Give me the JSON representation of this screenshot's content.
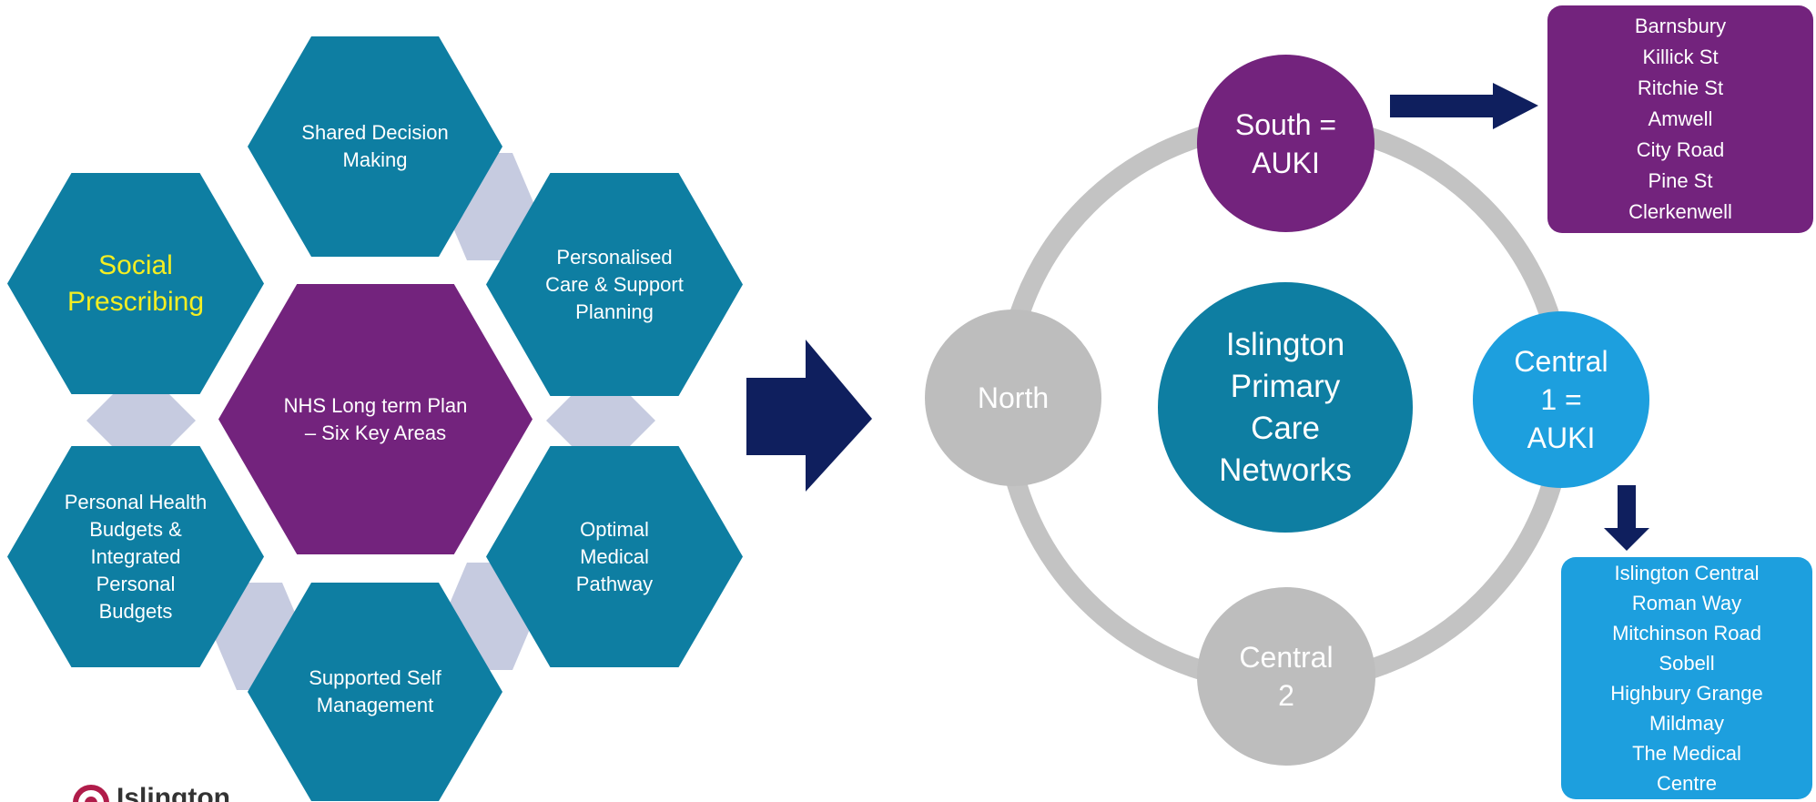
{
  "colors": {
    "hex_blue": "#0e7ea2",
    "hex_purple": "#73237d",
    "accent_yellow": "#f4ee22",
    "connector": "#c6cbe0",
    "arrow": "#0f1f5e",
    "ring": "#c3c3c3",
    "center_circle": "#0e7ea2",
    "south": "#73237d",
    "central1": "#1d9fde",
    "grey_circle": "#bdbdbd"
  },
  "left_diagram": {
    "center": "NHS Long term Plan\n– Six Key Areas",
    "areas": {
      "shared_decision": "Shared Decision\nMaking",
      "personalised_care": "Personalised\nCare & Support\nPlanning",
      "optimal_pathway": "Optimal\nMedical\nPathway",
      "supported_self": "Supported Self\nManagement",
      "personal_health": "Personal Health\nBudgets &\nIntegrated\nPersonal\nBudgets",
      "social_prescribing": "Social\nPrescribing"
    }
  },
  "right_diagram": {
    "center": "Islington\nPrimary\nCare\nNetworks",
    "nodes": {
      "south": "South =\nAUKI",
      "north": "North",
      "central1": "Central\n1 =\nAUKI",
      "central2": "Central\n2"
    },
    "south_practices": [
      "Barnsbury",
      "Killick St",
      "Ritchie St",
      "Amwell",
      "City Road",
      "Pine St",
      "Clerkenwell"
    ],
    "central1_practices": [
      "Islington Central",
      "Roman Way",
      "Mitchinson Road",
      "Sobell",
      "Highbury Grange",
      "Mildmay",
      "The Medical",
      "Centre"
    ]
  },
  "logo": {
    "text": "Islington"
  }
}
